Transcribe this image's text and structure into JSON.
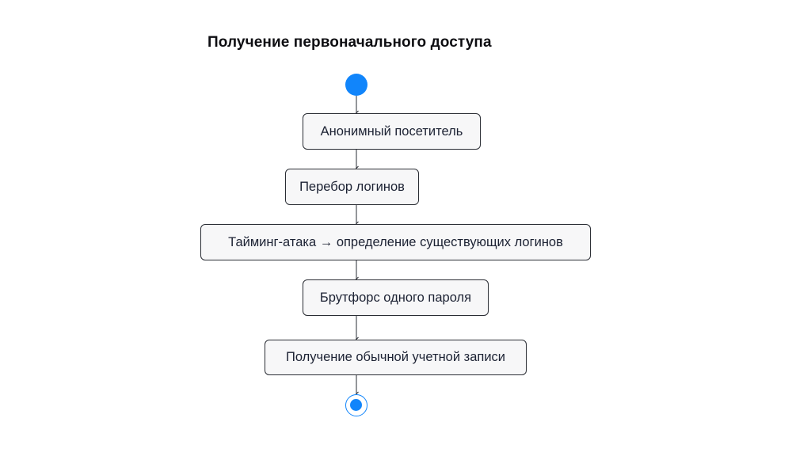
{
  "diagram": {
    "title": "Получение первоначального доступа",
    "accent_color": "#1185fb",
    "nodes": [
      {
        "label": "Анонимный посетитель"
      },
      {
        "label": "Перебор логинов"
      },
      {
        "label": "Тайминг-атака → определение существующих логинов"
      },
      {
        "label": "Брутфорс одного пароля"
      },
      {
        "label": "Получение обычной учетной записи"
      }
    ]
  }
}
